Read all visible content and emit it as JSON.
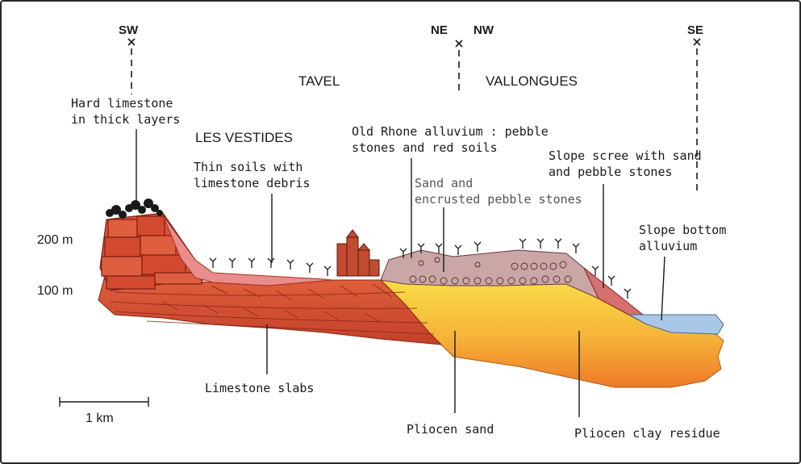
{
  "directions": {
    "sw": "SW",
    "ne": "NE",
    "nw": "NW",
    "se": "SE"
  },
  "places": {
    "tavel": "TAVEL",
    "vallongues": "VALLONGUES",
    "les_vestides": "LES VESTIDES"
  },
  "scale": {
    "elev_200": "200 m",
    "elev_100": "100 m",
    "bar": "1 km"
  },
  "labels": {
    "hard_limestone_1": "Hard limestone",
    "hard_limestone_2": "in thick layers",
    "thin_soils_1": "Thin soils with",
    "thin_soils_2": "limestone debris",
    "old_rhone_1": "Old Rhone alluvium : pebble",
    "old_rhone_2": "stones and red soils",
    "sand_encrusted_1": "Sand and",
    "sand_encrusted_2": "encrusted pebble stones",
    "slope_scree_1": "Slope scree with sand",
    "slope_scree_2": "and pebble stones",
    "slope_bottom_1": "Slope bottom",
    "slope_bottom_2": "alluvium",
    "limestone_slabs": "Limestone slabs",
    "pliocen_sand": "Pliocen sand",
    "pliocen_clay": "Pliocen clay residue"
  },
  "colors": {
    "limestone": "#d9533a",
    "limestone_dark": "#a8301e",
    "soil": "#e88c8c",
    "sand_top": "#f7d33a",
    "sand_bottom": "#f08a2a",
    "alluvium_blue": "#a9c8e8",
    "pebble": "#c9a7a7"
  }
}
